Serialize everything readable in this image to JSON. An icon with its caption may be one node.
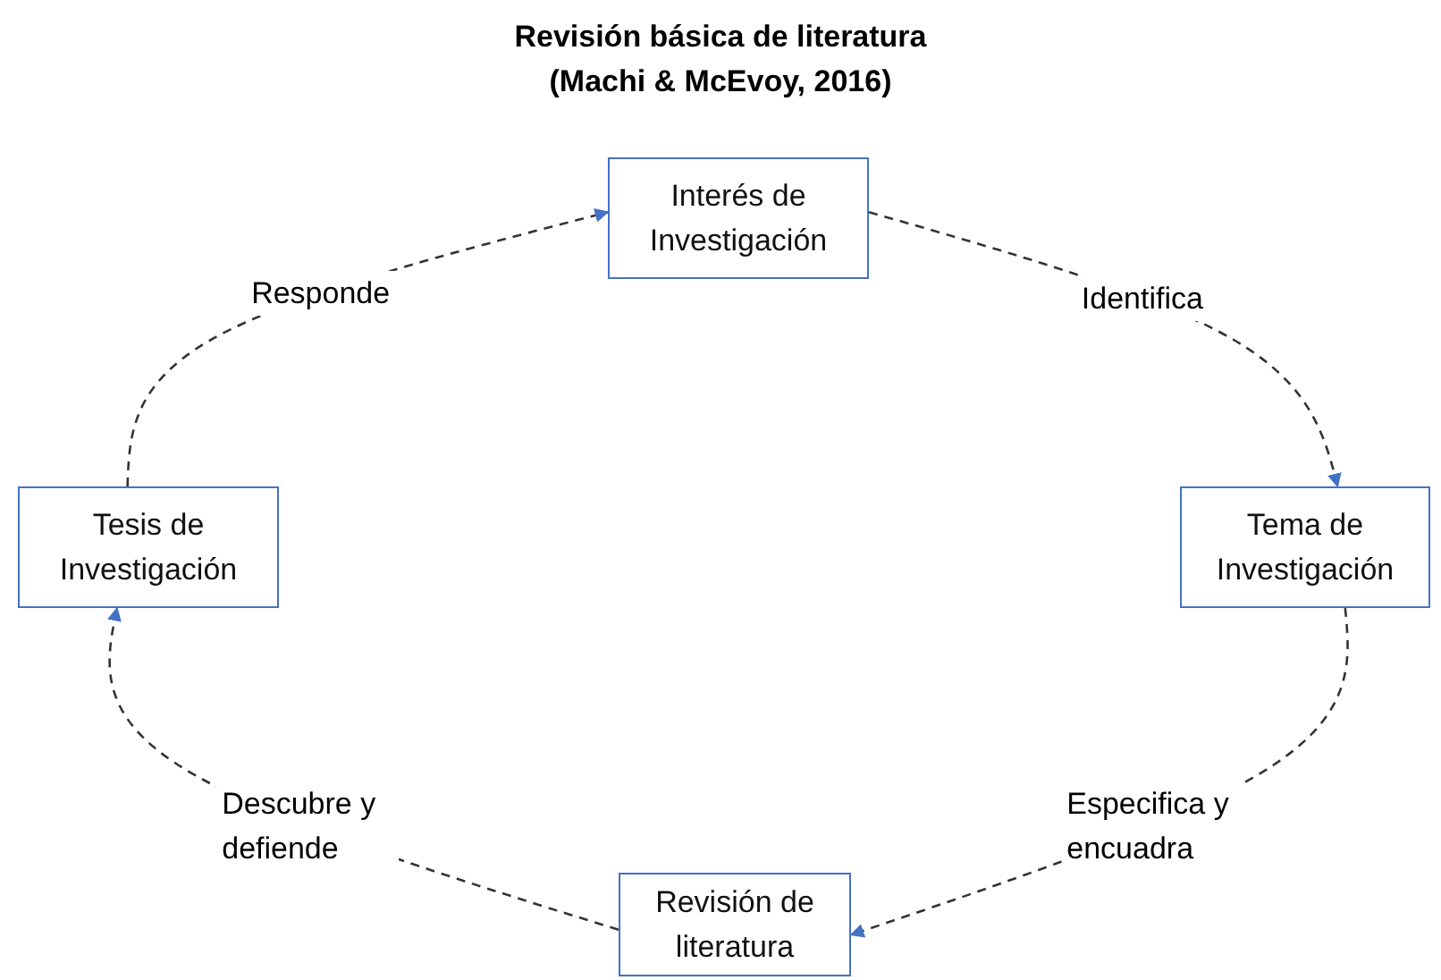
{
  "diagram": {
    "title": "Revisión básica de literatura (Machi & McEvoy, 2016)",
    "nodes": [
      {
        "text": [
          "Interés de Investigación"
        ]
      },
      {
        "text": [
          "Tema de Investigación"
        ]
      },
      {
        "text": [
          "Revisión de literatura"
        ]
      },
      {
        "text": [
          "Tesis de Investigación"
        ]
      }
    ],
    "edges": [
      {
        "from": 0,
        "to": 1,
        "arrow": "to",
        "label": "Identifica",
        "style": "dashed"
      },
      {
        "from": 1,
        "to": 2,
        "arrow": "to",
        "label": "Especifica y encuadra",
        "style": "dashed"
      },
      {
        "from": 2,
        "to": 3,
        "arrow": "to",
        "label": "Descubre y defiende",
        "style": "dashed"
      },
      {
        "from": 3,
        "to": 0,
        "arrow": "to",
        "label": "Responde",
        "style": "dashed"
      }
    ]
  }
}
